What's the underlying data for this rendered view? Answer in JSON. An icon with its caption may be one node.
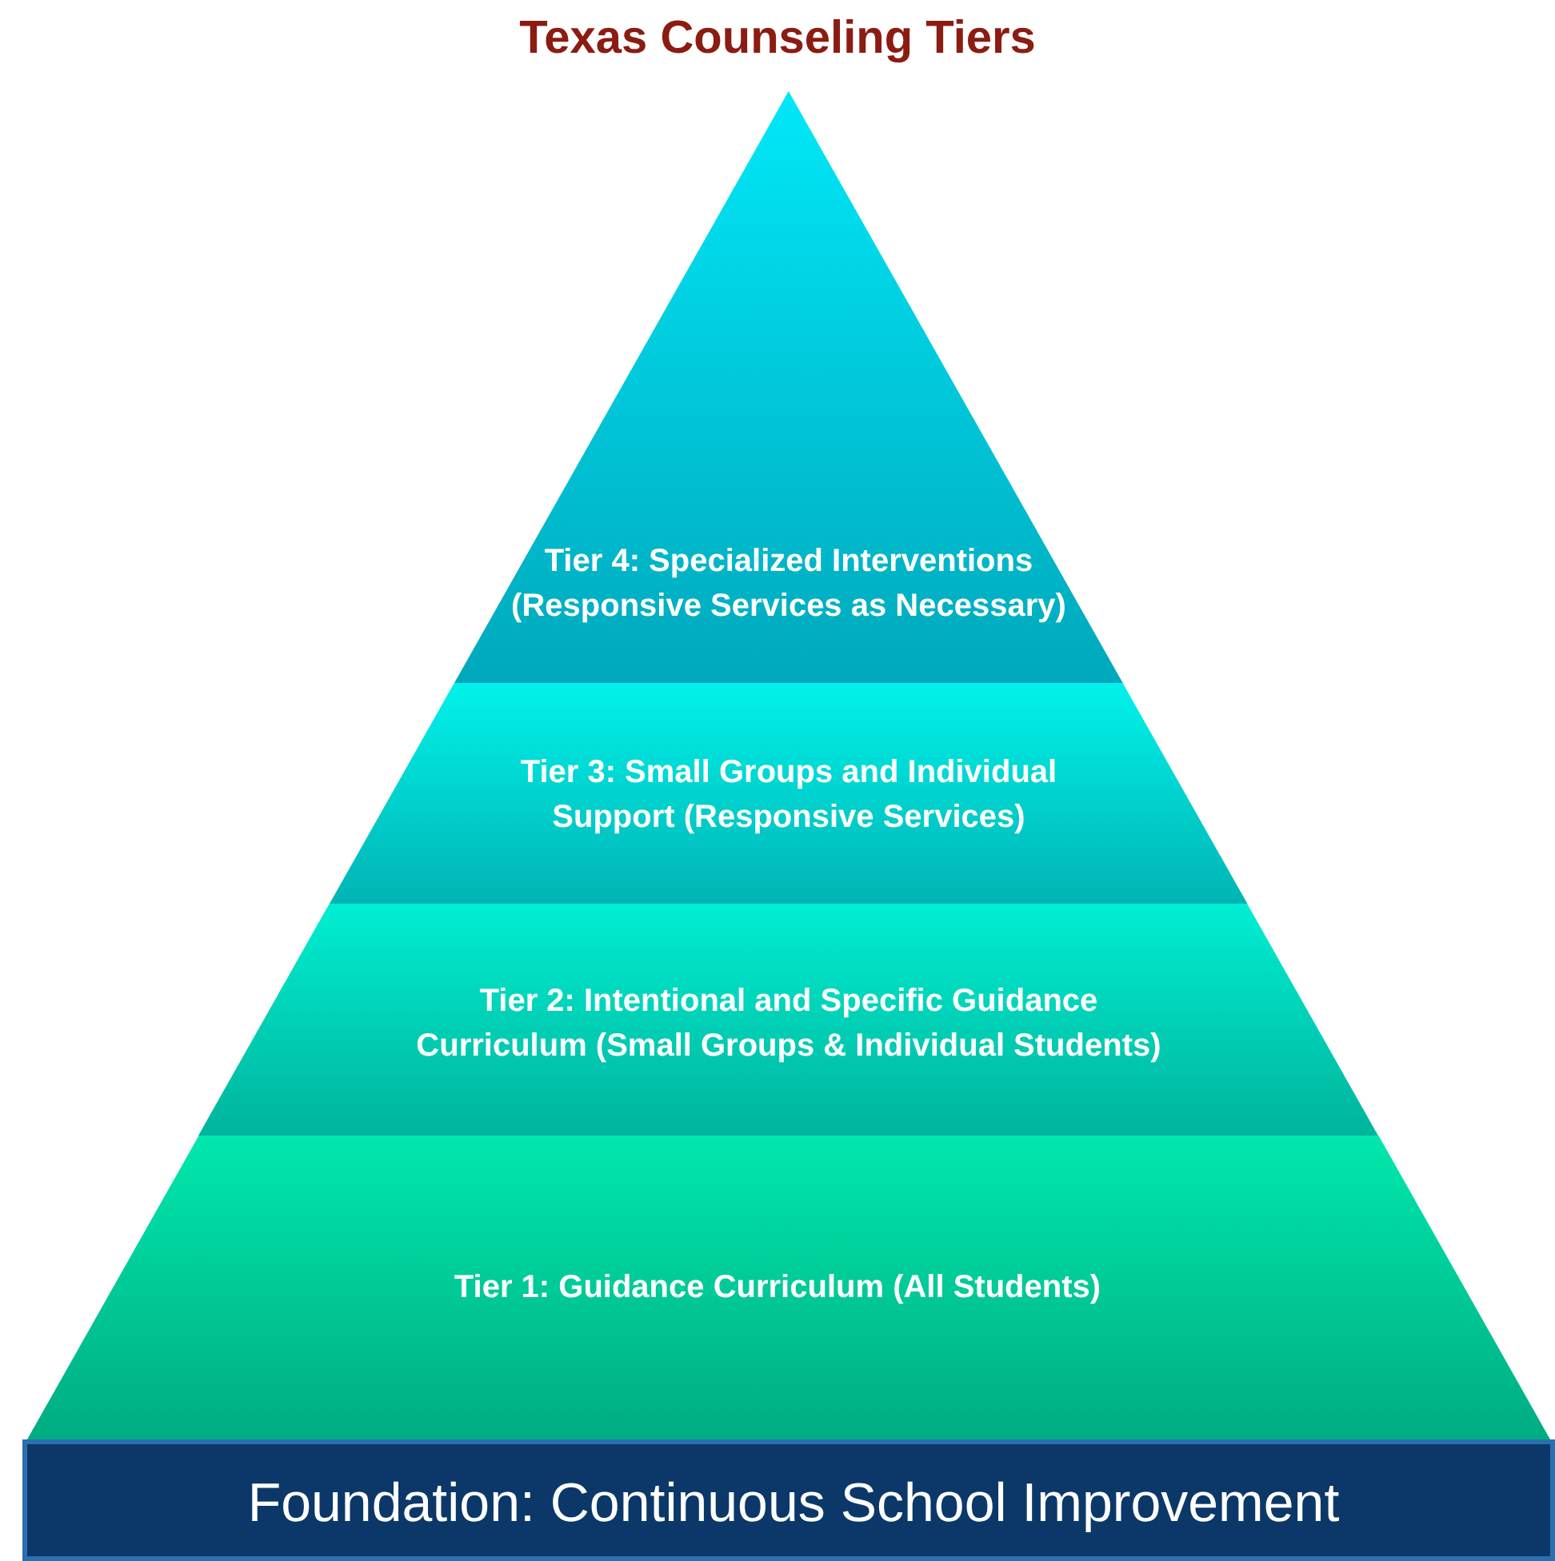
{
  "diagram": {
    "title": "Texas Counseling Tiers",
    "nodes": [
      {
        "text": [
          "Tier 4: Specialized Interventions (Responsive Services as Necessary)"
        ]
      },
      {
        "text": [
          "Tier 3: Small Groups and Individual Support (Responsive Services)"
        ]
      },
      {
        "text": [
          "Tier 2: Intentional and Specific Guidance Curriculum (Small Groups & Individual Students)"
        ]
      },
      {
        "text": [
          "Tier 1: Guidance Curriculum (All Students)"
        ]
      },
      {
        "text": [
          "Foundation: Continuous School Improvement"
        ]
      }
    ]
  }
}
